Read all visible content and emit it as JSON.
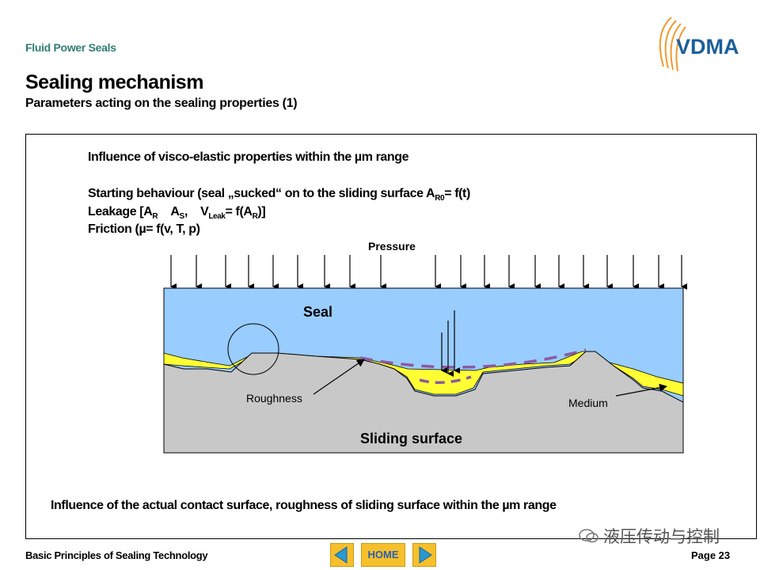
{
  "header": {
    "section": "Fluid Power Seals",
    "logo_text": "VDMA",
    "title": "Sealing mechanism",
    "subtitle": "Parameters acting on the sealing properties (1)"
  },
  "content": {
    "heading1": "Influence of visco-elastic properties within the µm range",
    "line_start_pre": "Starting behaviour (seal „sucked“ on to the sliding surface A",
    "line_start_sub": "R0",
    "line_start_post": "= f(t)",
    "line_leak_a": "Leakage [A",
    "line_leak_a_sub": "R",
    "line_leak_b": "A",
    "line_leak_b_sub": "S",
    "line_leak_c": ",",
    "line_leak_d": "V",
    "line_leak_d_sub": "Leak",
    "line_leak_e": "= f(A",
    "line_leak_e_sub": "R",
    "line_leak_f": ")]",
    "line_friction": "Friction (µ= f(v, T, p)",
    "bottom_text": "Influence of the actual contact surface, roughness of sliding surface within the µm range"
  },
  "diagram": {
    "pressure_label": "Pressure",
    "seal_label": "Seal",
    "roughness_label": "Roughness",
    "medium_label": "Medium",
    "sliding_label": "Sliding surface",
    "colors": {
      "seal": "#99ccff",
      "surface": "#c8c8c8",
      "medium": "#ffff33",
      "dashed": "#8a5aa0"
    }
  },
  "footer": {
    "left_text": "Basic Principles of Sealing Technology",
    "page_text": "Page 23",
    "home_label": "HOME",
    "prev_icon": "triangle-left-icon",
    "next_icon": "triangle-right-icon",
    "watermark": "液压传动与控制"
  }
}
